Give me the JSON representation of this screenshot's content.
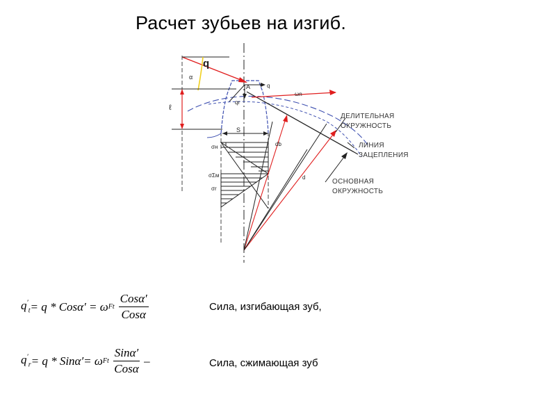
{
  "title": "Расчет зубьев на изгиб.",
  "diagram": {
    "labels": {
      "q": "q",
      "alpha": "α",
      "A": "A",
      "q_small": "q",
      "qr": "qr",
      "omega": "ωn",
      "l": "ℓ",
      "S": "S",
      "sigma_n": "σн",
      "sigma_sum": "σΣм",
      "sigma_r": "σr",
      "db": "db",
      "d": "d"
    },
    "notes": {
      "pitch_circle": [
        "ДЕЛИТЕЛЬНАЯ",
        "ОКРУЖНОСТЬ"
      ],
      "line_of_action": [
        "ЛИНИЯ",
        "ЗАЦЕПЛЕНИЯ"
      ],
      "base_circle": [
        "ОСНОВНАЯ",
        "ОКРУЖНОСТЬ"
      ]
    },
    "colors": {
      "red": "#e01e1e",
      "blue": "#3d4fb0",
      "black": "#222222"
    }
  },
  "formulas": [
    {
      "lhs": "q",
      "lhs_sub": "t",
      "eq1": " = q * Cosα′ = ω",
      "omega_sub": "Ft",
      "num": "Cosα′",
      "den": "Cosα",
      "tail": "",
      "description": "Сила, изгибающая зуб,"
    },
    {
      "lhs": "q",
      "lhs_sub": "r",
      "eq1": " = q * Sinα′= ω",
      "omega_sub": "Ft",
      "num": "Sinα′",
      "den": "Cosα",
      "tail": "–",
      "description": "Сила, сжимающая зуб"
    }
  ]
}
